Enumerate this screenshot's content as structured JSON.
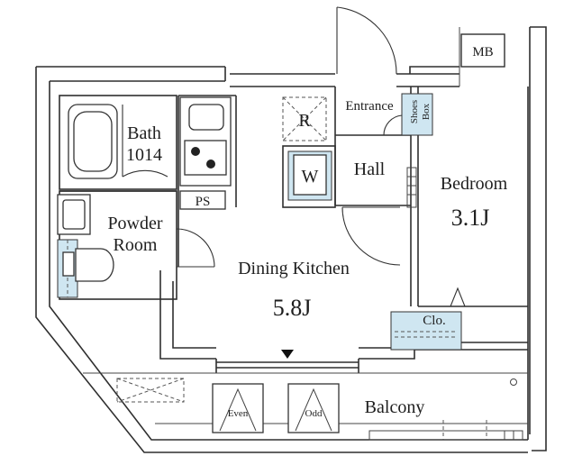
{
  "rooms": {
    "bath": {
      "name": "Bath",
      "size": "1014"
    },
    "powder": {
      "line1": "Powder",
      "line2": "Room"
    },
    "ps": "PS",
    "refrigerator": "R",
    "washer": "W",
    "entrance": "Entrance",
    "shoes_box": {
      "line1": "Shoes",
      "line2": "Box"
    },
    "hall": "Hall",
    "bedroom": {
      "name": "Bedroom",
      "size": "3.1J"
    },
    "closet": "Clo.",
    "dining_kitchen": {
      "name": "Dining Kitchen",
      "size": "5.8J"
    },
    "balcony": "Balcony",
    "even": "Even",
    "odd": "Odd",
    "mb": "MB"
  },
  "colors": {
    "wall": "#2f2f2f",
    "accent": "#cfe6f1",
    "background": "#ffffff"
  }
}
